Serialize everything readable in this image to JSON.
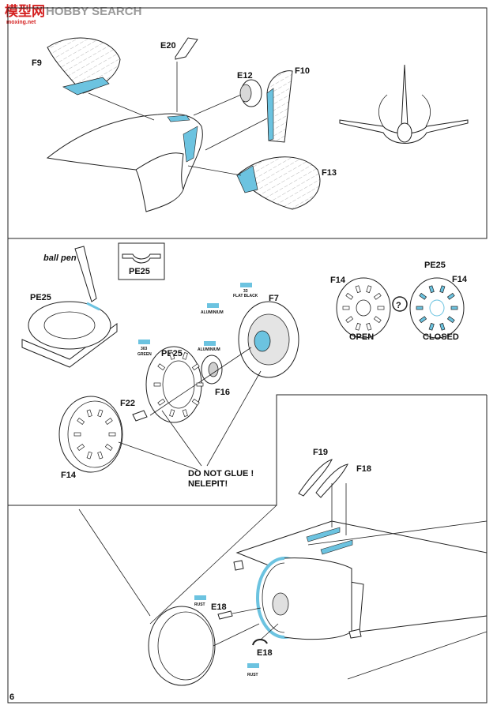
{
  "watermark": {
    "logo": "模型网",
    "text": "HOBBY SEARCH",
    "url": "moxing.net"
  },
  "page_number": "6",
  "step_top": {
    "parts": {
      "f9": "F9",
      "e20": "E20",
      "e12": "E12",
      "f10": "F10",
      "f13": "F13"
    }
  },
  "step_middle": {
    "parts": {
      "pe25_detail": "PE25",
      "pe25_pen": "PE25",
      "pe25_ring": "PE25",
      "f7": "F7",
      "f16": "F16",
      "f22": "F22",
      "f14": "F14",
      "f14_open": "F14",
      "f14_closed": "F14",
      "pe25_closed": "PE25"
    },
    "ball_pen_label": "ball pen",
    "open_label": "OPEN",
    "closed_label": "CLOSED",
    "question_mark": "?",
    "warning_line1": "DO NOT GLUE !",
    "warning_line2": "NELEPIT!",
    "paints": {
      "green_code": "303",
      "green_name": "GREEN",
      "alu1_name": "ALUMINIUM",
      "alu2_name": "ALUMINIUM",
      "black_code": "33",
      "black_name": "FLAT BLACK"
    }
  },
  "step_bottom": {
    "parts": {
      "f19": "F19",
      "f18": "F18",
      "e18_a": "E18",
      "e18_b": "E18"
    },
    "paints": {
      "rust_a": "RUST",
      "rust_b": "RUST"
    }
  },
  "colors": {
    "accent_blue": "#6cc3e0",
    "line": "#222222"
  }
}
